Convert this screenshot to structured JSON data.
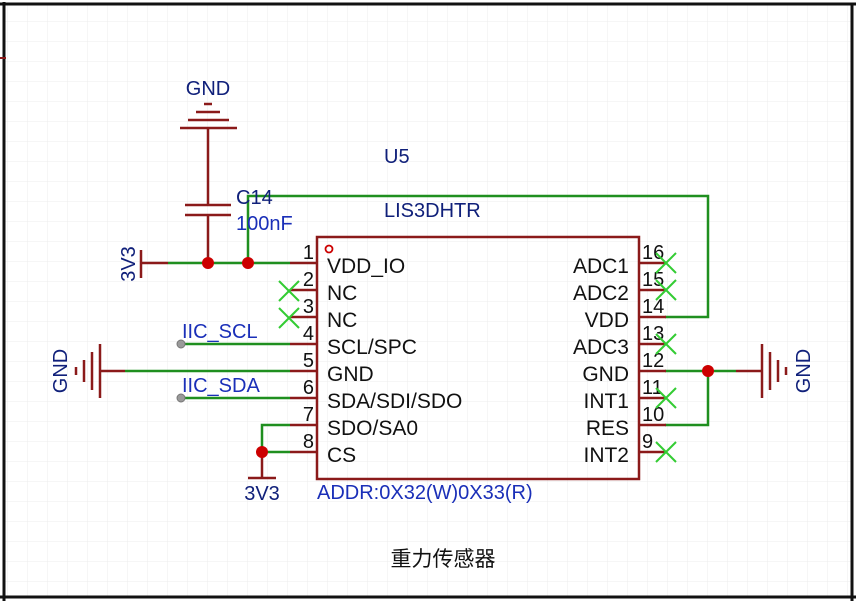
{
  "schematic": {
    "title": "重力传感器",
    "colors": {
      "wire": "#1f8f1f",
      "pin": "#8b1a1a",
      "body": "#8b1a1a",
      "junction": "#cc0000",
      "label_blue": "#0a1fb0",
      "net_blue": "#10207a",
      "noconnect": "#33cc33",
      "text": "#111111",
      "grid": "#ececec",
      "frame": "#111111"
    },
    "component": {
      "designator": "U5",
      "part": "LIS3DHTR",
      "address_note": "ADDR:0X32(W)0X33(R)",
      "left_pins": [
        {
          "number": "1",
          "name": "VDD_IO"
        },
        {
          "number": "2",
          "name": "NC"
        },
        {
          "number": "3",
          "name": "NC"
        },
        {
          "number": "4",
          "name": "SCL/SPC"
        },
        {
          "number": "5",
          "name": "GND"
        },
        {
          "number": "6",
          "name": "SDA/SDI/SDO"
        },
        {
          "number": "7",
          "name": "SDO/SA0"
        },
        {
          "number": "8",
          "name": "CS"
        }
      ],
      "right_pins": [
        {
          "number": "16",
          "name": "ADC1"
        },
        {
          "number": "15",
          "name": "ADC2"
        },
        {
          "number": "14",
          "name": "VDD"
        },
        {
          "number": "13",
          "name": "ADC3"
        },
        {
          "number": "12",
          "name": "GND"
        },
        {
          "number": "11",
          "name": "INT1"
        },
        {
          "number": "10",
          "name": "RES"
        },
        {
          "number": "9",
          "name": "INT2"
        }
      ]
    },
    "capacitor": {
      "designator": "C14",
      "value": "100nF"
    },
    "nets": {
      "gnd_top": "GND",
      "gnd_left": "GND",
      "gnd_right": "GND",
      "v33_left": "3V3",
      "v33_bottom": "3V3",
      "scl": "IIC_SCL",
      "sda": "IIC_SDA"
    }
  }
}
